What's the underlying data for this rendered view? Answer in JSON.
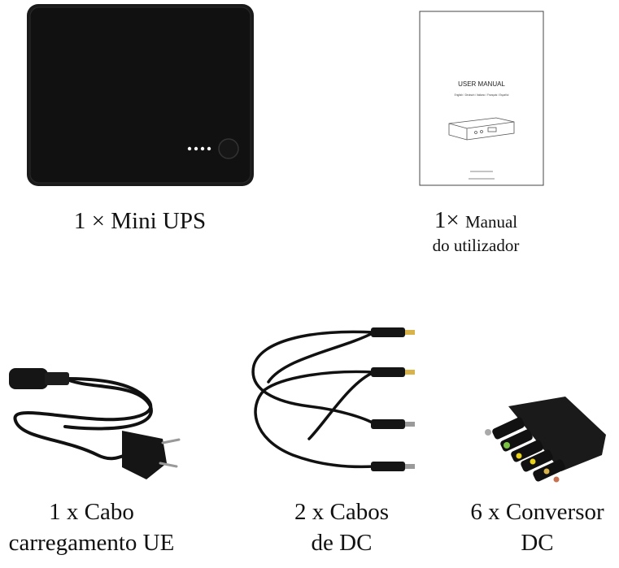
{
  "items": [
    {
      "label_line1": "1 × Mini UPS",
      "label_line2": ""
    },
    {
      "label_prefix": "1×",
      "label_line1": "Manual",
      "label_line2": "do utilizador"
    },
    {
      "label_line1": "1 x Cabo",
      "label_line2": "carregamento UE"
    },
    {
      "label_line1": "2 x Cabos",
      "label_line2": "de DC"
    },
    {
      "label_line1": "6 x Conversor",
      "label_line2": "DC"
    }
  ],
  "manual": {
    "title": "USER MANUAL",
    "languages": "English / Deutsch / Italiano / Français / Español"
  },
  "colors": {
    "device": "#111111",
    "background": "#ffffff",
    "led": "#ffffff",
    "tip_green": "#7bc142",
    "tip_yellow": "#e8d21c",
    "tip_gold": "#d8b24a"
  }
}
